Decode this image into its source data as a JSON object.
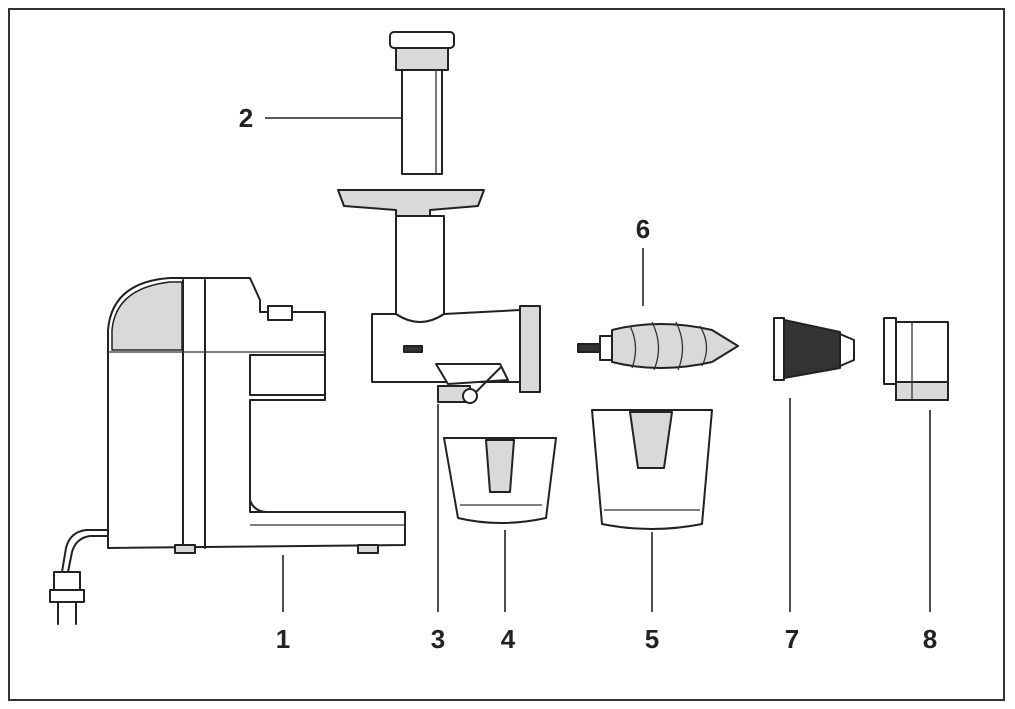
{
  "diagram": {
    "labels": {
      "l1": "1",
      "l2": "2",
      "l3": "3",
      "l4": "4",
      "l5": "5",
      "l6": "6",
      "l7": "7",
      "l8": "8"
    },
    "colors": {
      "line": "#222222",
      "shade": "#d9d9d9",
      "dark": "#333333",
      "background": "#ffffff"
    }
  }
}
